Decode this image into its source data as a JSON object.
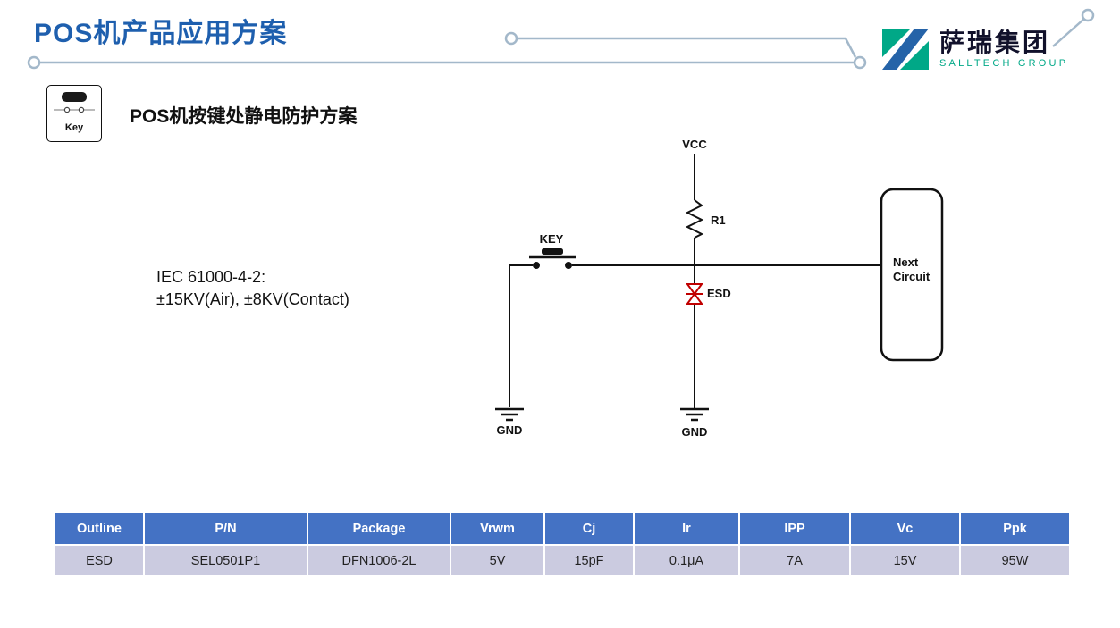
{
  "header": {
    "title": "POS机产品应用方案",
    "logo_name": "萨瑞集团",
    "logo_subtitle": "SALLTECH GROUP"
  },
  "section": {
    "icon_label": "Key",
    "heading": "POS机按键处静电防护方案",
    "iec_line1": "IEC 61000-4-2:",
    "iec_line2": "±15KV(Air), ±8KV(Contact)"
  },
  "circuit": {
    "vcc_label": "VCC",
    "r1_label": "R1",
    "key_label": "KEY",
    "esd_label": "ESD",
    "next_line1": "Next",
    "next_line2": "Circuit",
    "gnd_left_label": "GND",
    "gnd_right_label": "GND"
  },
  "table": {
    "headers": [
      "Outline",
      "P/N",
      "Package",
      "Vrwm",
      "Cj",
      "Ir",
      "IPP",
      "Vc",
      "Ppk"
    ],
    "rows": [
      [
        "ESD",
        "SEL0501P1",
        "DFN1006-2L",
        "5V",
        "15pF",
        "0.1μA",
        "7A",
        "15V",
        "95W"
      ]
    ]
  },
  "colors": {
    "title_blue": "#1E5FAE",
    "table_header_bg": "#4472C4",
    "table_row_bg": "#CBCBE0",
    "esd_red": "#C00000",
    "logo_green": "#00A887",
    "deco_line": "#A3B8CA"
  }
}
